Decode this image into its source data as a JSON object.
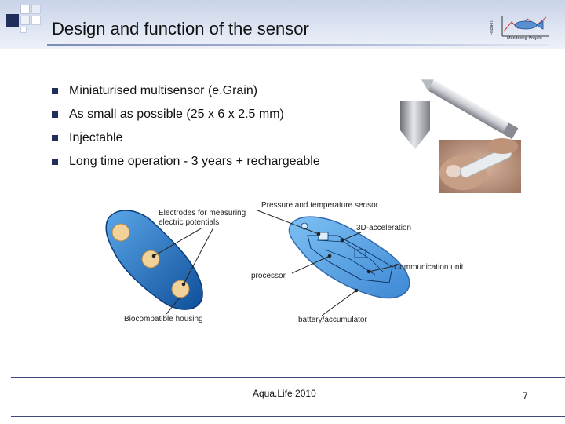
{
  "slide": {
    "title": "Design and function of the sensor",
    "bullets": [
      "Miniaturised multisensor (e.Grain)",
      "As small as possible (25 x 6 x 2.5 mm)",
      "Injectable",
      "Long time operation - 3 years + rechargeable"
    ]
  },
  "logo": {
    "vertical_text": "FischFIT",
    "caption": "Monitoring-Projekt"
  },
  "diagram": {
    "electrodes_label": "Electrodes for measuring electric potentials",
    "pressure_label": "Pressure and temperature sensor",
    "acceleration_label": "3D-acceleration",
    "communication_label": "Communication unit",
    "processor_label": "processor",
    "housing_label": "Biocompatible housing",
    "battery_label": "battery/accumulator"
  },
  "footer": {
    "center_text": "Aqua.Life 2010",
    "page_number": "7"
  },
  "colors": {
    "accent_blue": "#1f2e5a",
    "housing_blue": "#1e6fc0",
    "electrode_fill": "#f2d29a"
  }
}
